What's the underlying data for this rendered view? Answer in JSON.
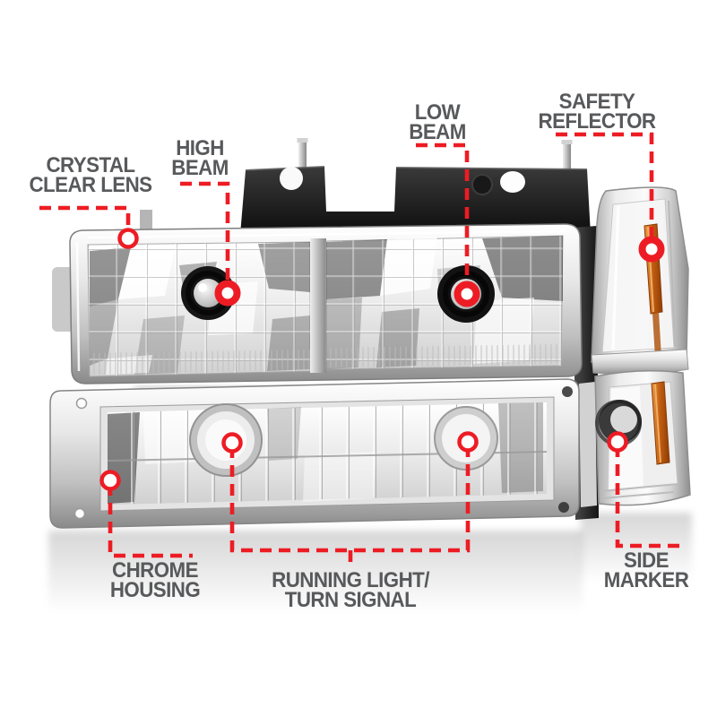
{
  "colors": {
    "background": "#ffffff",
    "annotation_line": "#ed1c24",
    "annotation_label": "#58595b",
    "amber_reflector": "#c9661a",
    "chrome_light": "#f2f2f2",
    "chrome_dark": "#8a8a8a",
    "bracket_black": "#1a1a1a"
  },
  "annotations": {
    "callouts": {
      "crystal_clear_lens": "CRYSTAL\nCLEAR LENS",
      "high_beam": "HIGH\nBEAM",
      "low_beam": "LOW\nBEAM",
      "safety_reflector": "SAFETY\nREFLECTOR",
      "chrome_housing": "CHROME\nHOUSING",
      "running_light_turn_signal": "RUNNING LIGHT/\nTURN SIGNAL",
      "side_marker": "SIDE\nMARKER"
    }
  }
}
